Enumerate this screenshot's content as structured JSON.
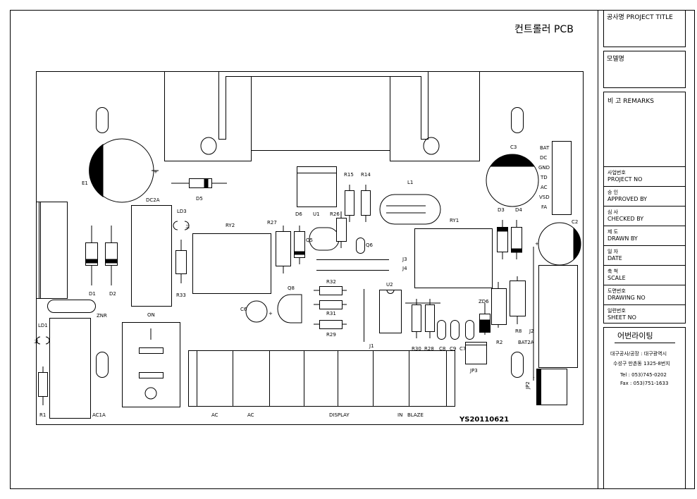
{
  "drawing_title": "컨트롤러 PCB",
  "board_code": "YS20110621",
  "title_block": {
    "project_title": "공사명 PROJECT TITLE",
    "model_name": "모델명",
    "remarks": "비 고 REMARKS",
    "rows": [
      {
        "ko": "사업번호",
        "en": "PROJECT NO"
      },
      {
        "ko": "승 인",
        "en": "APPROVED BY"
      },
      {
        "ko": "심 사",
        "en": "CHECKED BY"
      },
      {
        "ko": "제 도",
        "en": "DRAWN BY"
      },
      {
        "ko": "일 자",
        "en": "DATE"
      },
      {
        "ko": "축 척",
        "en": "SCALE"
      },
      {
        "ko": "도면번호",
        "en": "DRAWING NO"
      },
      {
        "ko": "일련번호",
        "en": "SHEET NO"
      }
    ],
    "company": "어번라이팅",
    "address_line1": "대구공사/공장 : 대구광역시",
    "address_line2": "수성구 만촌동 1325-8번지",
    "tel": "Tel : 053)745-0202",
    "fax": "Fax : 053)751-1633"
  },
  "labels": {
    "E1": "E1",
    "D5": "D5",
    "DC2A": "DC2A",
    "LD3": "LD3",
    "RY2": "RY2",
    "R27": "R27",
    "Q5": "Q5",
    "D6": "D6",
    "U1": "U1",
    "R26": "R26",
    "R15": "R15",
    "R14": "R14",
    "Q6": "Q6",
    "L1": "L1",
    "RY1": "RY1",
    "C3": "C3",
    "D3": "D3",
    "D4": "D4",
    "C2": "C2",
    "J3": "J3",
    "J4": "J4",
    "D1": "D1",
    "D2": "D2",
    "R33": "R33",
    "ON": "ON",
    "ZNR": "ZNR",
    "LD1": "LD1",
    "R1": "R1",
    "AC1A": "AC1A",
    "Q8": "Q8",
    "C6": "C6",
    "R32": "R32",
    "R31": "R31",
    "R29": "R29",
    "U2": "U2",
    "J1": "J1",
    "R30": "R30",
    "R28": "R28",
    "C8": "C8",
    "C9": "C9",
    "C7": "C7",
    "ZD6": "ZD6",
    "R2": "R2",
    "R8": "R8",
    "BAT2A": "BAT2A",
    "J2": "J2",
    "JP3": "JP3",
    "JP2": "JP2",
    "pins": [
      "BAT",
      "DC",
      "GND",
      "TD",
      "AC",
      "VSD",
      "FA"
    ],
    "conn_ac1": "AC",
    "conn_ac2": "AC",
    "conn_display": "DISPLAY",
    "conn_in": "IN",
    "conn_blaze": "BLAZE",
    "ld3_mark": "고",
    "ld1_mark": "고",
    "plus1": "+",
    "plus2": "+",
    "plus3": "+",
    "minus": "-"
  }
}
